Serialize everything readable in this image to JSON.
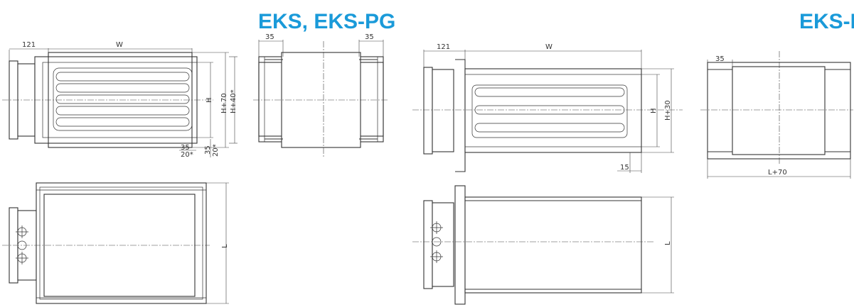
{
  "titles": {
    "left": "EKS, EKS-PG",
    "right": "EKS-L",
    "color": "#1a9ad9"
  },
  "dims": {
    "d121": "121",
    "dW": "W",
    "dH": "H",
    "dH70": "H+70",
    "dH40": "H+40*",
    "d35": "35",
    "d20s": "20*",
    "dL": "L",
    "dH30": "H+30",
    "d15": "15",
    "dL70": "L+70"
  }
}
